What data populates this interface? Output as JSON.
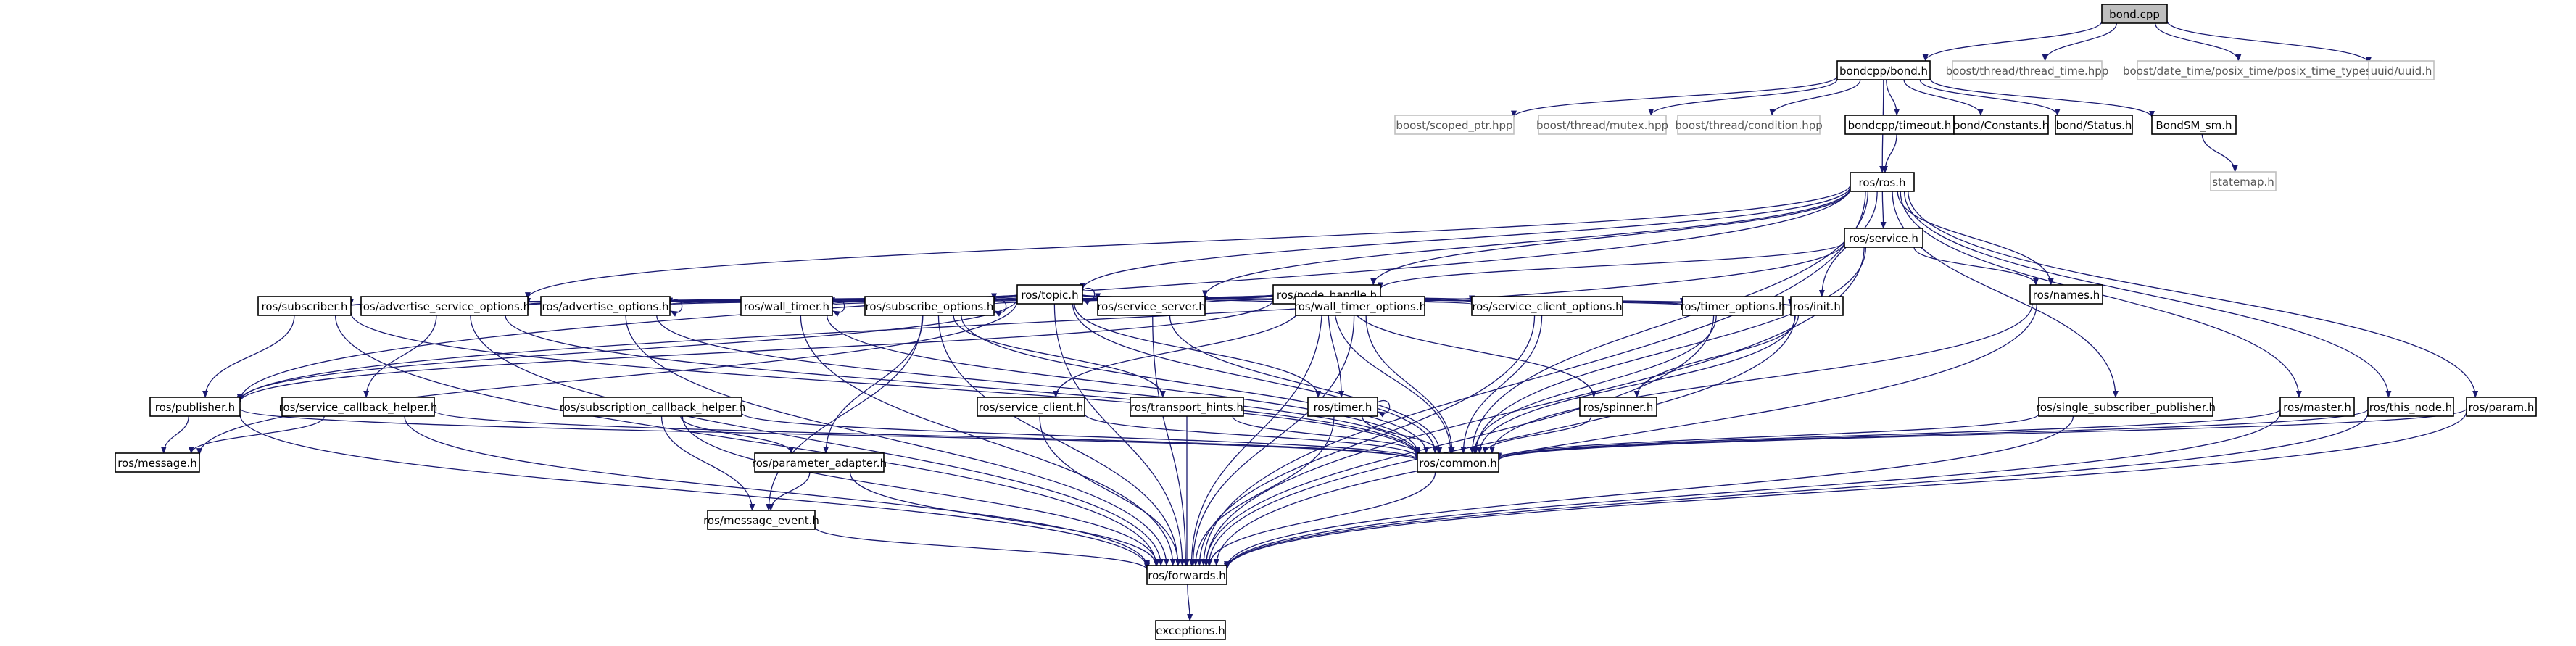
{
  "colors": {
    "edge": "#191970",
    "root_fill": "#bfbfbf",
    "node_border": "#000000",
    "external_border": "#bfbfbf",
    "background": "#ffffff"
  },
  "nodes": [
    {
      "id": "bond_cpp",
      "label": "bond.cpp",
      "kind": "root"
    },
    {
      "id": "bondcpp_bond_h",
      "label": "bondcpp/bond.h",
      "kind": "normal"
    },
    {
      "id": "boost_thread_time",
      "label": "boost/thread/thread_time.hpp",
      "kind": "external"
    },
    {
      "id": "boost_posix_time",
      "label": "boost/date_time/posix_time/posix_time_types.hpp",
      "kind": "external"
    },
    {
      "id": "uuid_h",
      "label": "uuid/uuid.h",
      "kind": "external"
    },
    {
      "id": "boost_scoped_ptr",
      "label": "boost/scoped_ptr.hpp",
      "kind": "external"
    },
    {
      "id": "boost_mutex",
      "label": "boost/thread/mutex.hpp",
      "kind": "external"
    },
    {
      "id": "boost_condition",
      "label": "boost/thread/condition.hpp",
      "kind": "external"
    },
    {
      "id": "bondcpp_timeout",
      "label": "bondcpp/timeout.h",
      "kind": "normal"
    },
    {
      "id": "bond_constants",
      "label": "bond/Constants.h",
      "kind": "normal"
    },
    {
      "id": "bond_status",
      "label": "bond/Status.h",
      "kind": "normal"
    },
    {
      "id": "bondsm",
      "label": "BondSM_sm.h",
      "kind": "normal"
    },
    {
      "id": "ros_h",
      "label": "ros/ros.h",
      "kind": "normal"
    },
    {
      "id": "statemap",
      "label": "statemap.h",
      "kind": "external"
    },
    {
      "id": "service_h",
      "label": "ros/service.h",
      "kind": "normal"
    },
    {
      "id": "topic_h",
      "label": "ros/topic.h",
      "kind": "normal"
    },
    {
      "id": "node_handle",
      "label": "ros/node_handle.h",
      "kind": "normal"
    },
    {
      "id": "names_h",
      "label": "ros/names.h",
      "kind": "normal"
    },
    {
      "id": "subscriber_h",
      "label": "ros/subscriber.h",
      "kind": "normal"
    },
    {
      "id": "adv_srv_opts",
      "label": "ros/advertise_service_options.h",
      "kind": "normal"
    },
    {
      "id": "adv_opts",
      "label": "ros/advertise_options.h",
      "kind": "normal"
    },
    {
      "id": "wall_timer",
      "label": "ros/wall_timer.h",
      "kind": "normal"
    },
    {
      "id": "sub_opts",
      "label": "ros/subscribe_options.h",
      "kind": "normal"
    },
    {
      "id": "srv_server",
      "label": "ros/service_server.h",
      "kind": "normal"
    },
    {
      "id": "wall_timer_opts",
      "label": "ros/wall_timer_options.h",
      "kind": "normal"
    },
    {
      "id": "srv_client_opts",
      "label": "ros/service_client_options.h",
      "kind": "normal"
    },
    {
      "id": "timer_opts",
      "label": "ros/timer_options.h",
      "kind": "normal"
    },
    {
      "id": "init_h",
      "label": "ros/init.h",
      "kind": "normal"
    },
    {
      "id": "publisher_h",
      "label": "ros/publisher.h",
      "kind": "normal"
    },
    {
      "id": "srv_cb_helper",
      "label": "ros/service_callback_helper.h",
      "kind": "normal"
    },
    {
      "id": "sub_cb_helper",
      "label": "ros/subscription_callback_helper.h",
      "kind": "normal"
    },
    {
      "id": "srv_client",
      "label": "ros/service_client.h",
      "kind": "normal"
    },
    {
      "id": "transport_hints",
      "label": "ros/transport_hints.h",
      "kind": "normal"
    },
    {
      "id": "timer_h",
      "label": "ros/timer.h",
      "kind": "normal"
    },
    {
      "id": "spinner_h",
      "label": "ros/spinner.h",
      "kind": "normal"
    },
    {
      "id": "single_sub_pub",
      "label": "ros/single_subscriber_publisher.h",
      "kind": "normal"
    },
    {
      "id": "master_h",
      "label": "ros/master.h",
      "kind": "normal"
    },
    {
      "id": "this_node",
      "label": "ros/this_node.h",
      "kind": "normal"
    },
    {
      "id": "param_h",
      "label": "ros/param.h",
      "kind": "normal"
    },
    {
      "id": "message_h",
      "label": "ros/message.h",
      "kind": "normal"
    },
    {
      "id": "param_adapter",
      "label": "ros/parameter_adapter.h",
      "kind": "normal"
    },
    {
      "id": "common_h",
      "label": "ros/common.h",
      "kind": "normal"
    },
    {
      "id": "message_event",
      "label": "ros/message_event.h",
      "kind": "normal"
    },
    {
      "id": "forwards_h",
      "label": "ros/forwards.h",
      "kind": "normal"
    },
    {
      "id": "exceptions_h",
      "label": "exceptions.h",
      "kind": "normal"
    }
  ],
  "edges": [
    [
      "bond_cpp",
      "bondcpp_bond_h"
    ],
    [
      "bond_cpp",
      "boost_thread_time"
    ],
    [
      "bond_cpp",
      "boost_posix_time"
    ],
    [
      "bond_cpp",
      "uuid_h"
    ],
    [
      "bondcpp_bond_h",
      "boost_scoped_ptr"
    ],
    [
      "bondcpp_bond_h",
      "boost_mutex"
    ],
    [
      "bondcpp_bond_h",
      "boost_condition"
    ],
    [
      "bondcpp_bond_h",
      "bondcpp_timeout"
    ],
    [
      "bondcpp_bond_h",
      "bond_constants"
    ],
    [
      "bondcpp_bond_h",
      "bond_status"
    ],
    [
      "bondcpp_bond_h",
      "bondsm"
    ],
    [
      "bondcpp_bond_h",
      "ros_h"
    ],
    [
      "bondcpp_timeout",
      "ros_h"
    ],
    [
      "bondsm",
      "statemap"
    ],
    [
      "ros_h",
      "service_h"
    ],
    [
      "ros_h",
      "topic_h"
    ],
    [
      "ros_h",
      "node_handle"
    ],
    [
      "ros_h",
      "names_h"
    ],
    [
      "ros_h",
      "srv_server"
    ],
    [
      "ros_h",
      "init_h"
    ],
    [
      "ros_h",
      "single_sub_pub"
    ],
    [
      "ros_h",
      "master_h"
    ],
    [
      "ros_h",
      "this_node"
    ],
    [
      "ros_h",
      "param_h"
    ],
    [
      "ros_h",
      "adv_srv_opts"
    ],
    [
      "ros_h",
      "common_h"
    ],
    [
      "ros_h",
      "publisher_h"
    ],
    [
      "ros_h",
      "forwards_h"
    ],
    [
      "service_h",
      "names_h"
    ],
    [
      "service_h",
      "node_handle"
    ],
    [
      "service_h",
      "common_h"
    ],
    [
      "service_h",
      "forwards_h"
    ],
    [
      "service_h",
      "publisher_h"
    ],
    [
      "topic_h",
      "topic_h"
    ],
    [
      "topic_h",
      "subscriber_h"
    ],
    [
      "topic_h",
      "adv_srv_opts"
    ],
    [
      "topic_h",
      "adv_opts"
    ],
    [
      "topic_h",
      "wall_timer"
    ],
    [
      "topic_h",
      "sub_opts"
    ],
    [
      "topic_h",
      "srv_server"
    ],
    [
      "topic_h",
      "wall_timer_opts"
    ],
    [
      "topic_h",
      "srv_client_opts"
    ],
    [
      "topic_h",
      "timer_opts"
    ],
    [
      "topic_h",
      "init_h"
    ],
    [
      "topic_h",
      "publisher_h"
    ],
    [
      "topic_h",
      "message_h"
    ],
    [
      "topic_h",
      "common_h"
    ],
    [
      "topic_h",
      "forwards_h"
    ],
    [
      "topic_h",
      "timer_h"
    ],
    [
      "node_handle",
      "subscriber_h"
    ],
    [
      "node_handle",
      "adv_srv_opts"
    ],
    [
      "node_handle",
      "adv_opts"
    ],
    [
      "node_handle",
      "wall_timer"
    ],
    [
      "node_handle",
      "sub_opts"
    ],
    [
      "node_handle",
      "srv_server"
    ],
    [
      "node_handle",
      "wall_timer_opts"
    ],
    [
      "node_handle",
      "srv_client_opts"
    ],
    [
      "node_handle",
      "timer_opts"
    ],
    [
      "node_handle",
      "init_h"
    ],
    [
      "node_handle",
      "srv_client"
    ],
    [
      "node_handle",
      "timer_h"
    ],
    [
      "node_handle",
      "spinner_h"
    ],
    [
      "node_handle",
      "publisher_h"
    ],
    [
      "node_handle",
      "common_h"
    ],
    [
      "node_handle",
      "forwards_h"
    ],
    [
      "names_h",
      "common_h"
    ],
    [
      "names_h",
      "forwards_h"
    ],
    [
      "subscriber_h",
      "publisher_h"
    ],
    [
      "subscriber_h",
      "common_h"
    ],
    [
      "subscriber_h",
      "forwards_h"
    ],
    [
      "adv_srv_opts",
      "srv_cb_helper"
    ],
    [
      "adv_srv_opts",
      "common_h"
    ],
    [
      "adv_srv_opts",
      "forwards_h"
    ],
    [
      "adv_opts",
      "adv_opts"
    ],
    [
      "adv_opts",
      "common_h"
    ],
    [
      "adv_opts",
      "forwards_h"
    ],
    [
      "wall_timer",
      "wall_timer"
    ],
    [
      "wall_timer",
      "common_h"
    ],
    [
      "wall_timer",
      "forwards_h"
    ],
    [
      "sub_opts",
      "sub_opts"
    ],
    [
      "sub_opts",
      "param_adapter"
    ],
    [
      "sub_opts",
      "message_event"
    ],
    [
      "sub_opts",
      "common_h"
    ],
    [
      "sub_opts",
      "forwards_h"
    ],
    [
      "sub_opts",
      "transport_hints"
    ],
    [
      "srv_server",
      "common_h"
    ],
    [
      "srv_server",
      "forwards_h"
    ],
    [
      "wall_timer_opts",
      "common_h"
    ],
    [
      "wall_timer_opts",
      "forwards_h"
    ],
    [
      "srv_client_opts",
      "common_h"
    ],
    [
      "srv_client_opts",
      "forwards_h"
    ],
    [
      "timer_opts",
      "common_h"
    ],
    [
      "timer_opts",
      "forwards_h"
    ],
    [
      "init_h",
      "spinner_h"
    ],
    [
      "init_h",
      "common_h"
    ],
    [
      "init_h",
      "forwards_h"
    ],
    [
      "publisher_h",
      "message_h"
    ],
    [
      "publisher_h",
      "common_h"
    ],
    [
      "publisher_h",
      "forwards_h"
    ],
    [
      "srv_cb_helper",
      "message_h"
    ],
    [
      "srv_cb_helper",
      "common_h"
    ],
    [
      "srv_cb_helper",
      "forwards_h"
    ],
    [
      "sub_cb_helper",
      "param_adapter"
    ],
    [
      "sub_cb_helper",
      "message_event"
    ],
    [
      "sub_cb_helper",
      "common_h"
    ],
    [
      "sub_cb_helper",
      "forwards_h"
    ],
    [
      "srv_client",
      "common_h"
    ],
    [
      "srv_client",
      "forwards_h"
    ],
    [
      "transport_hints",
      "common_h"
    ],
    [
      "transport_hints",
      "forwards_h"
    ],
    [
      "timer_h",
      "timer_h"
    ],
    [
      "timer_h",
      "common_h"
    ],
    [
      "timer_h",
      "forwards_h"
    ],
    [
      "spinner_h",
      "common_h"
    ],
    [
      "single_sub_pub",
      "common_h"
    ],
    [
      "single_sub_pub",
      "forwards_h"
    ],
    [
      "master_h",
      "common_h"
    ],
    [
      "master_h",
      "forwards_h"
    ],
    [
      "this_node",
      "common_h"
    ],
    [
      "this_node",
      "forwards_h"
    ],
    [
      "param_h",
      "common_h"
    ],
    [
      "param_h",
      "forwards_h"
    ],
    [
      "param_adapter",
      "message_event"
    ],
    [
      "param_adapter",
      "forwards_h"
    ],
    [
      "message_event",
      "forwards_h"
    ],
    [
      "common_h",
      "forwards_h"
    ],
    [
      "forwards_h",
      "exceptions_h"
    ]
  ]
}
